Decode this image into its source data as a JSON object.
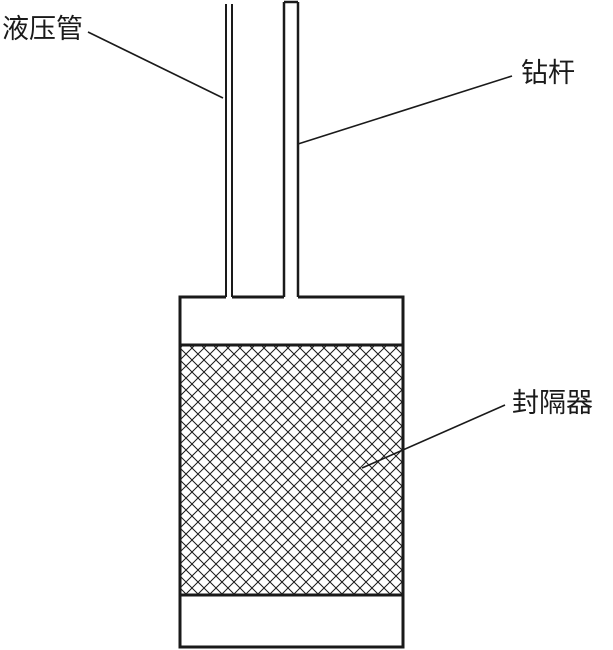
{
  "labels": {
    "hydraulic_tube": "液压管",
    "drill_rod": "钻杆",
    "packer": "封隔器"
  },
  "colors": {
    "line": "#1a1a1a",
    "background": "#ffffff"
  }
}
